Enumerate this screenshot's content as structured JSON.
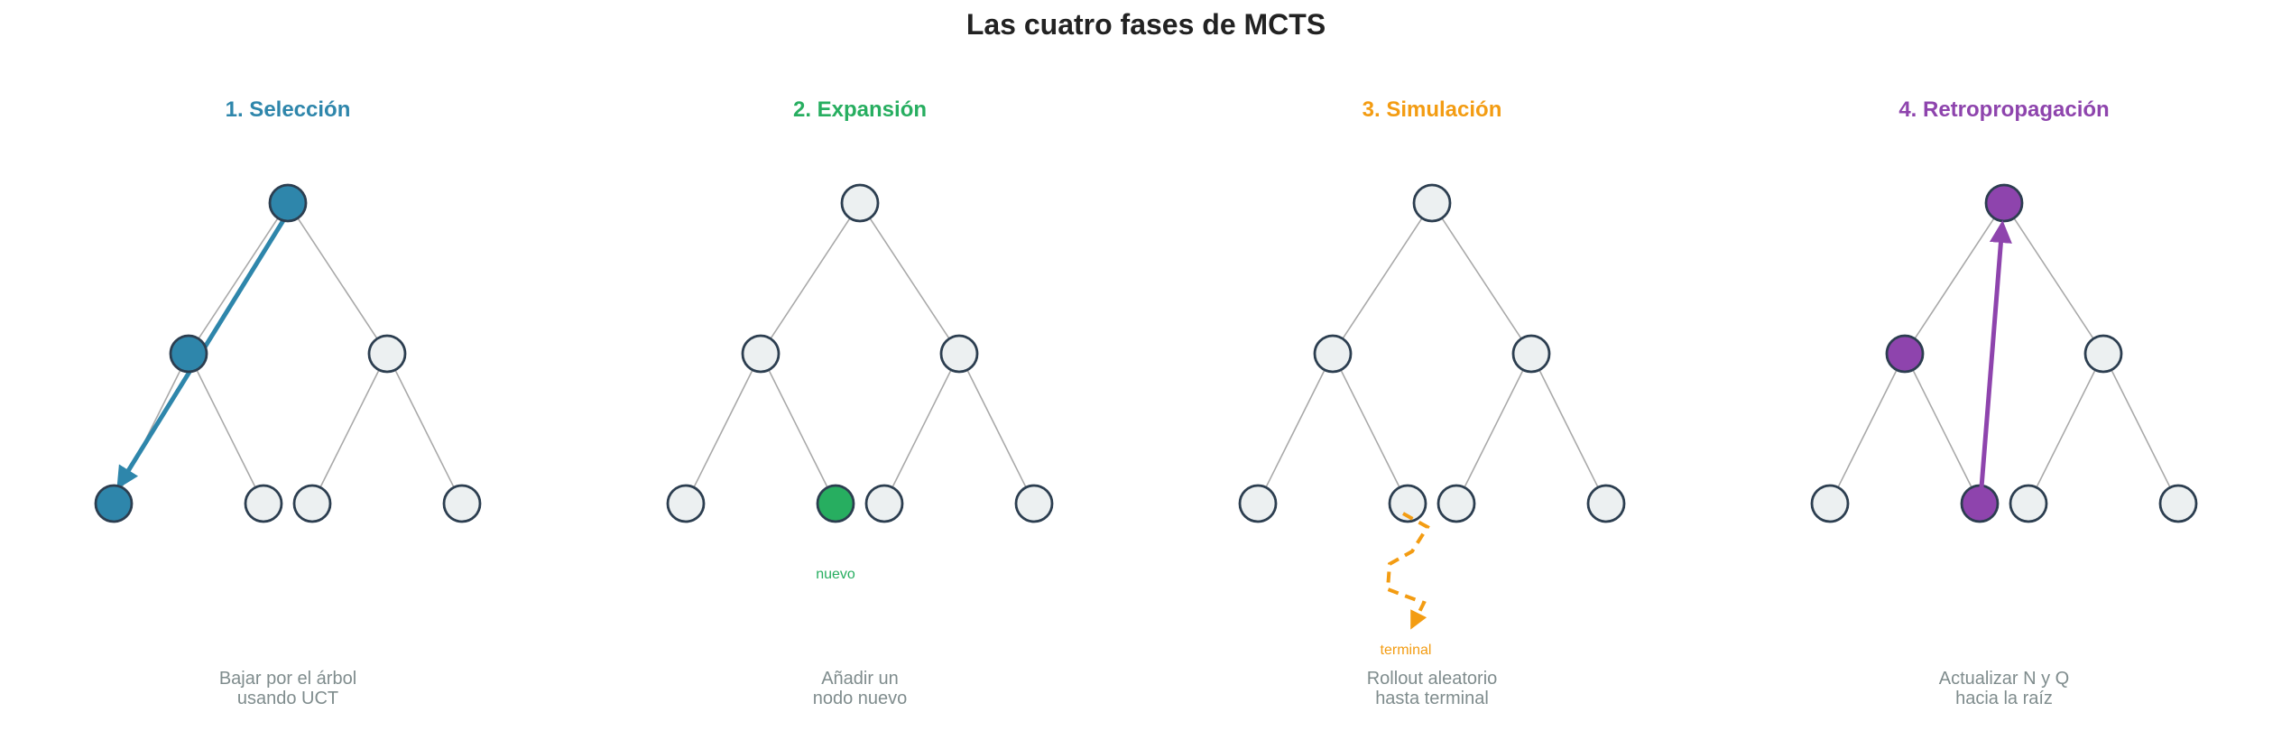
{
  "title": "Las cuatro fases de MCTS",
  "colors": {
    "node_fill": "#ecf0f1",
    "node_stroke": "#2c3e50",
    "edge": "#a9a9a9",
    "caption": "#7f8c8d",
    "selection": "#2e86ab",
    "expansion": "#27ae60",
    "simulation": "#f39c12",
    "backprop": "#8e44ad"
  },
  "panels": [
    {
      "id": "selection",
      "title": "1. Selección",
      "color": "#2e86ab",
      "caption": [
        "Bajar por el árbol",
        "usando UCT"
      ],
      "highlighted_nodes": [
        "root",
        "left",
        "left-left"
      ],
      "arrow": "down-path",
      "note": ""
    },
    {
      "id": "expansion",
      "title": "2. Expansión",
      "color": "#27ae60",
      "caption": [
        "Añadir un",
        "nodo nuevo"
      ],
      "highlighted_nodes": [
        "left-right"
      ],
      "arrow": "",
      "note": "nuevo"
    },
    {
      "id": "simulation",
      "title": "3. Simulación",
      "color": "#f39c12",
      "caption": [
        "Rollout aleatorio",
        "hasta terminal"
      ],
      "highlighted_nodes": [],
      "arrow": "rollout",
      "note": "terminal"
    },
    {
      "id": "backprop",
      "title": "4. Retropropagación",
      "color": "#8e44ad",
      "caption": [
        "Actualizar N y Q",
        "hacia la raíz"
      ],
      "highlighted_nodes": [
        "root",
        "left",
        "left-right"
      ],
      "arrow": "up-path",
      "note": ""
    }
  ]
}
